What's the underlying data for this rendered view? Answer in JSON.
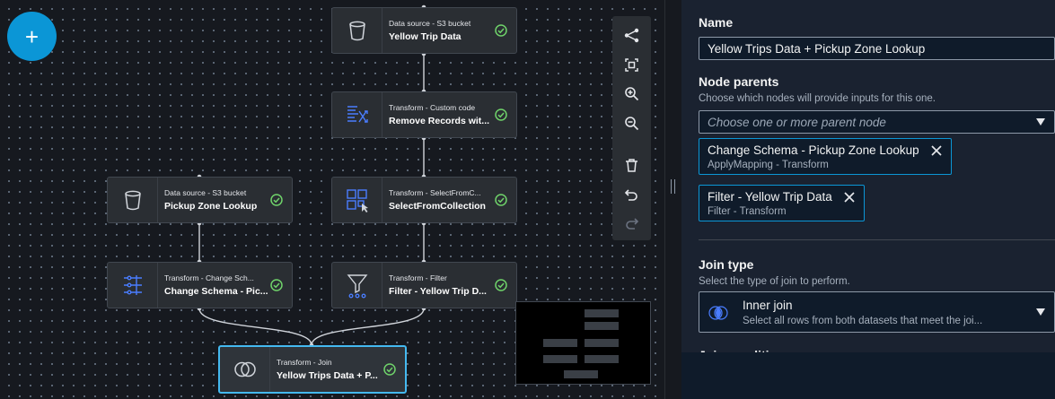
{
  "canvas": {
    "add_button": "+",
    "nodes": [
      {
        "id": "yellow",
        "kind": "Data source - S3 bucket",
        "title": "Yellow Trip Data",
        "icon": "bucket-icon"
      },
      {
        "id": "remove",
        "kind": "Transform - Custom code",
        "title": "Remove Records wit...",
        "icon": "custom-code-icon"
      },
      {
        "id": "select",
        "kind": "Transform - SelectFromC...",
        "title": "SelectFromCollection",
        "icon": "select-collection-icon"
      },
      {
        "id": "pickup",
        "kind": "Data source - S3 bucket",
        "title": "Pickup Zone Lookup",
        "icon": "bucket-icon"
      },
      {
        "id": "schema",
        "kind": "Transform - Change Sch...",
        "title": "Change Schema - Pic...",
        "icon": "change-schema-icon"
      },
      {
        "id": "filter",
        "kind": "Transform - Filter",
        "title": "Filter - Yellow Trip D...",
        "icon": "filter-icon"
      },
      {
        "id": "join",
        "kind": "Transform - Join",
        "title": "Yellow Trips Data + P...",
        "icon": "join-icon"
      }
    ],
    "toolbar": [
      "layout-icon",
      "fit-view-icon",
      "zoom-in-icon",
      "zoom-out-icon",
      "delete-icon",
      "undo-icon",
      "redo-icon"
    ]
  },
  "panel": {
    "name_label": "Name",
    "name_value": "Yellow Trips Data + Pickup Zone Lookup",
    "parents_label": "Node parents",
    "parents_desc": "Choose which nodes will provide inputs for this one.",
    "parents_placeholder": "Choose one or more parent node",
    "parent_tokens": [
      {
        "title": "Change Schema - Pickup Zone Lookup",
        "sub": "ApplyMapping - Transform"
      },
      {
        "title": "Filter - Yellow Trip Data",
        "sub": "Filter - Transform"
      }
    ],
    "join_label": "Join type",
    "join_desc": "Select the type of join to perform.",
    "join_value": "Inner join",
    "join_value_desc": "Select all rows from both datasets that meet the joi...",
    "next_label": "Join conditions"
  },
  "colors": {
    "accent": "#0b96d6",
    "selected_border": "#44b9f0",
    "check": "#6fd26a"
  }
}
